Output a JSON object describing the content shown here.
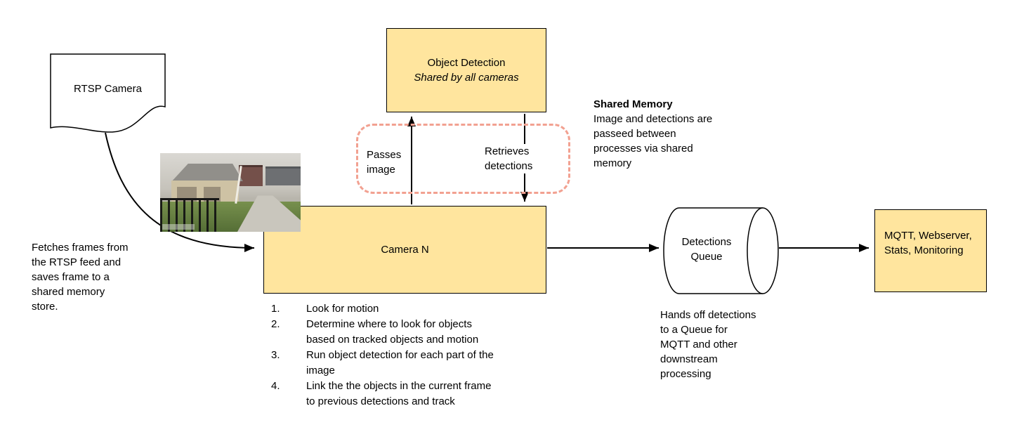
{
  "diagram": {
    "rtsp_camera_label": "RTSP Camera",
    "fetches_note": "Fetches frames from\nthe RTSP feed and\nsaves frame to a\nshared memory\nstore.",
    "object_detection": {
      "title": "Object Detection",
      "subtitle": "Shared by all cameras"
    },
    "passes_image_label": "Passes\nimage",
    "retrieves_detections_label": "Retrieves\ndetections",
    "shared_memory": {
      "title": "Shared Memory",
      "body": "Image and detections are\npasseed between\nprocesses via shared\nmemory"
    },
    "camera_n_label": "Camera N",
    "camera_steps": [
      "Look for motion",
      "Determine where to look for objects\nbased on tracked objects and motion",
      "Run object detection for each part of the\nimage",
      "Link the the objects in the current frame\nto previous detections and track"
    ],
    "detections_queue_label": "Detections\nQueue",
    "hands_off_note": "Hands off detections\nto a Queue for\nMQTT and other\ndownstream\nprocessing",
    "endpoints_label": "MQTT, Webserver,\nStats, Monitoring",
    "colors": {
      "box_fill": "#ffe59e",
      "box_border": "#000000",
      "dashed_border": "#f2a191",
      "arrow": "#000000"
    }
  }
}
